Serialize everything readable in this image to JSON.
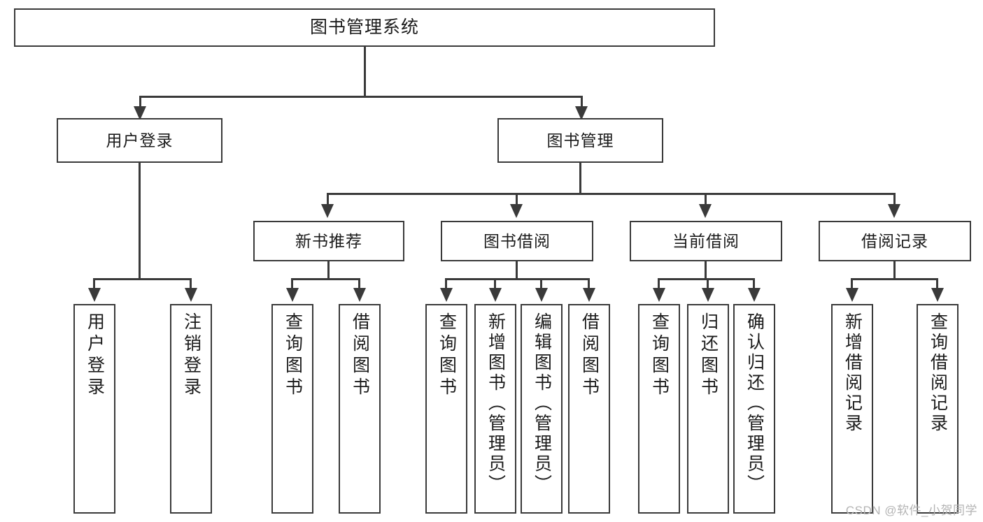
{
  "diagram": {
    "type": "tree",
    "title": "图书管理系统",
    "root": {
      "label": "图书管理系统"
    },
    "level2": [
      {
        "label": "用户登录"
      },
      {
        "label": "图书管理"
      }
    ],
    "level3": [
      {
        "label": "新书推荐"
      },
      {
        "label": "图书借阅"
      },
      {
        "label": "当前借阅"
      },
      {
        "label": "借阅记录"
      }
    ],
    "leaves": {
      "user_login": [
        {
          "label": "用户登录"
        },
        {
          "label": "注销登录"
        }
      ],
      "new_book": [
        {
          "label": "查询图书"
        },
        {
          "label": "借阅图书"
        }
      ],
      "book_borrow": [
        {
          "label": "查询图书"
        },
        {
          "label": "新增图书（管理员）"
        },
        {
          "label": "编辑图书（管理员）"
        },
        {
          "label": "借阅图书"
        }
      ],
      "current_borrow": [
        {
          "label": "查询图书"
        },
        {
          "label": "归还图书"
        },
        {
          "label": "确认归还（管理员）"
        }
      ],
      "borrow_record": [
        {
          "label": "新增借阅记录"
        },
        {
          "label": "查询借阅记录"
        }
      ]
    }
  },
  "watermark": {
    "text": "CSDN @软件_小贺同学"
  },
  "colors": {
    "stroke": "#3a3a3a",
    "fill": "#ffffff",
    "text": "#1b1b1b",
    "watermark": "#b4b4b4"
  }
}
